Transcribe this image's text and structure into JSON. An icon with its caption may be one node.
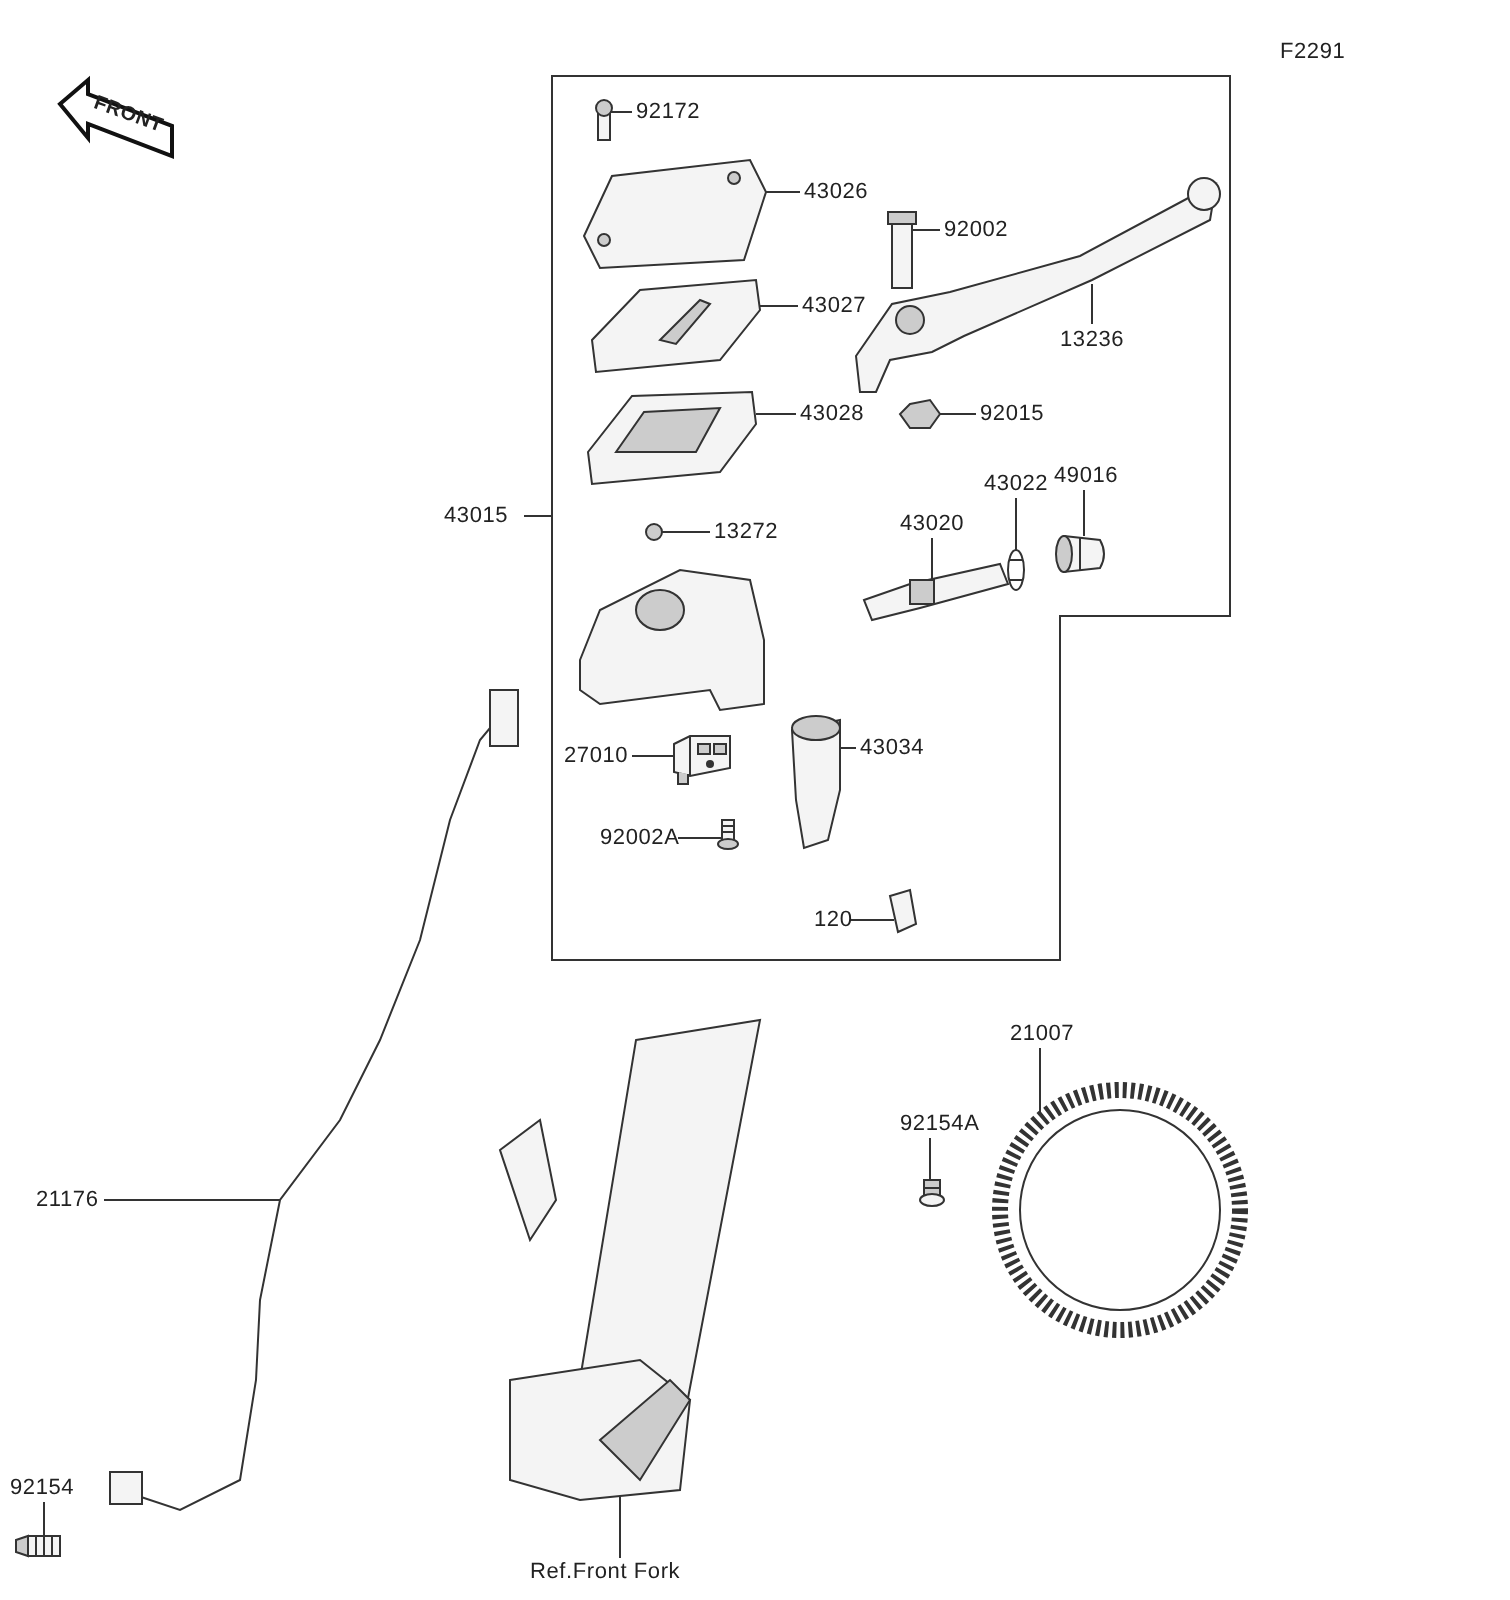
{
  "diagram": {
    "nodes": [
      {
        "text": [
          "92172"
        ]
      },
      {
        "text": [
          "43026"
        ]
      },
      {
        "text": [
          "92002"
        ]
      },
      {
        "text": [
          "13236"
        ]
      },
      {
        "text": [
          "43027"
        ]
      },
      {
        "text": [
          "43028"
        ]
      },
      {
        "text": [
          "92015"
        ]
      },
      {
        "text": [
          "43015"
        ]
      },
      {
        "text": [
          "43022"
        ]
      },
      {
        "text": [
          "49016"
        ]
      },
      {
        "text": [
          "43020"
        ]
      },
      {
        "text": [
          "13272"
        ]
      },
      {
        "text": [
          "27010"
        ]
      },
      {
        "text": [
          "43034"
        ]
      },
      {
        "text": [
          "92002A"
        ]
      },
      {
        "text": [
          "120"
        ]
      },
      {
        "text": [
          "21007"
        ]
      },
      {
        "text": [
          "92154A"
        ]
      },
      {
        "text": [
          "21176"
        ]
      },
      {
        "text": [
          "92154"
        ]
      },
      {
        "text": [
          "Ref.Front Fork"
        ]
      },
      {
        "text": [],
        "shape": "picture"
      },
      {
        "text": [],
        "shape": "picture"
      },
      {
        "text": [],
        "shape": "picture"
      },
      {
        "text": [],
        "shape": "picture"
      },
      {
        "text": [],
        "shape": "picture"
      },
      {
        "text": [],
        "shape": "picture"
      },
      {
        "text": [],
        "shape": "picture"
      },
      {
        "text": [],
        "shape": "picture"
      },
      {
        "text": [],
        "shape": "picture"
      },
      {
        "text": [],
        "shape": "picture"
      },
      {
        "text": [],
        "shape": "picture"
      },
      {
        "text": [],
        "shape": "picture"
      },
      {
        "text": [],
        "shape": "picture"
      },
      {
        "text": [],
        "shape": "picture"
      },
      {
        "text": [],
        "shape": "picture"
      },
      {
        "text": [],
        "shape": "picture"
      },
      {
        "text": [],
        "shape": "picture"
      },
      {
        "text": [],
        "shape": "picture"
      },
      {
        "text": [],
        "shape": "picture"
      },
      {
        "text": [],
        "shape": "picture"
      }
    ],
    "edges": [
      {
        "from": 0,
        "to": 21,
        "arrow": "none"
      },
      {
        "from": 1,
        "to": 22,
        "arrow": "none"
      },
      {
        "from": 2,
        "to": 23,
        "arrow": "none"
      },
      {
        "from": 3,
        "to": 24,
        "arrow": "none"
      },
      {
        "from": 4,
        "to": 25,
        "arrow": "none"
      },
      {
        "from": 5,
        "to": 26,
        "arrow": "none"
      },
      {
        "from": 6,
        "to": 27,
        "arrow": "none"
      },
      {
        "from": 7,
        "to": null,
        "arrow": "none"
      },
      {
        "from": 8,
        "to": 28,
        "arrow": "none"
      },
      {
        "from": 9,
        "to": 29,
        "arrow": "none"
      },
      {
        "from": 10,
        "to": 30,
        "arrow": "none"
      },
      {
        "from": 11,
        "to": 31,
        "arrow": "none"
      },
      {
        "from": 12,
        "to": 32,
        "arrow": "none"
      },
      {
        "from": 13,
        "to": 33,
        "arrow": "none"
      },
      {
        "from": 14,
        "to": 34,
        "arrow": "none"
      },
      {
        "from": 15,
        "to": 35,
        "arrow": "none"
      },
      {
        "from": 16,
        "to": 36,
        "arrow": "none"
      },
      {
        "from": 17,
        "to": 37,
        "arrow": "none"
      },
      {
        "from": 18,
        "to": 38,
        "arrow": "none"
      },
      {
        "from": 19,
        "to": 39,
        "arrow": "none"
      },
      {
        "from": 20,
        "to": 40,
        "arrow": "none"
      }
    ],
    "labels": [
      "F2291",
      "FRONT"
    ]
  }
}
